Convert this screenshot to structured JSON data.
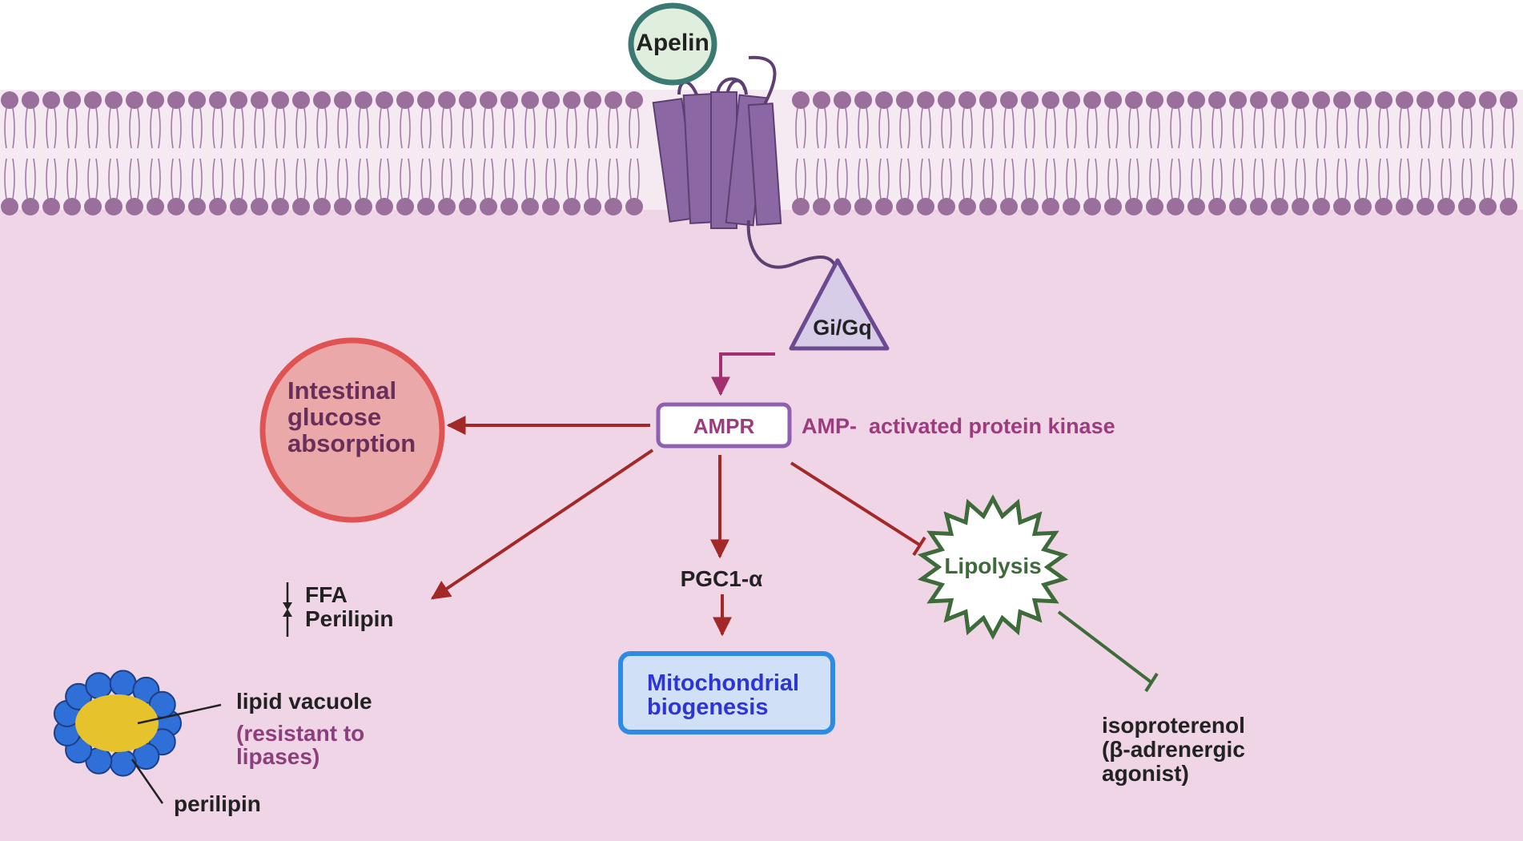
{
  "ligand": {
    "label": "Apelin"
  },
  "g_protein": {
    "label": "Gi/Gq"
  },
  "ampk": {
    "label": "AMPR",
    "description": "AMP-  activated protein kinase"
  },
  "intestinal": {
    "lines": [
      "Intestinal",
      "glucose",
      "absorption"
    ]
  },
  "ffa_perilipin": {
    "ffa": "FFA",
    "perilipin": "Perilipin"
  },
  "pgc": {
    "label": "PGC1-α"
  },
  "mito": {
    "lines": [
      "Mitochondrial",
      "biogenesis"
    ]
  },
  "lipolysis": {
    "label": "Lipolysis"
  },
  "isoproterenol": {
    "lines": [
      "isoproterenol",
      "(β-adrenergic",
      "agonist)"
    ]
  },
  "lipid_vacuole": {
    "label": "lipid vacuole",
    "note_lines": [
      "(resistant to",
      "lipases)"
    ],
    "perilipin_label": "perilipin"
  },
  "colors": {
    "cytoplasm": "#efd5e6",
    "lipid_head": "#9a6f9c",
    "receptor": "#8b67a3",
    "activation_arrow": "#a32828",
    "inhibition_green": "#3e6b3a",
    "ampk_text": "#9b3c7e",
    "mito_text": "#2e35d8",
    "mito_border": "#2d8be6",
    "intestinal_fill": "#eaa8a8",
    "intestinal_border": "#e05353"
  }
}
